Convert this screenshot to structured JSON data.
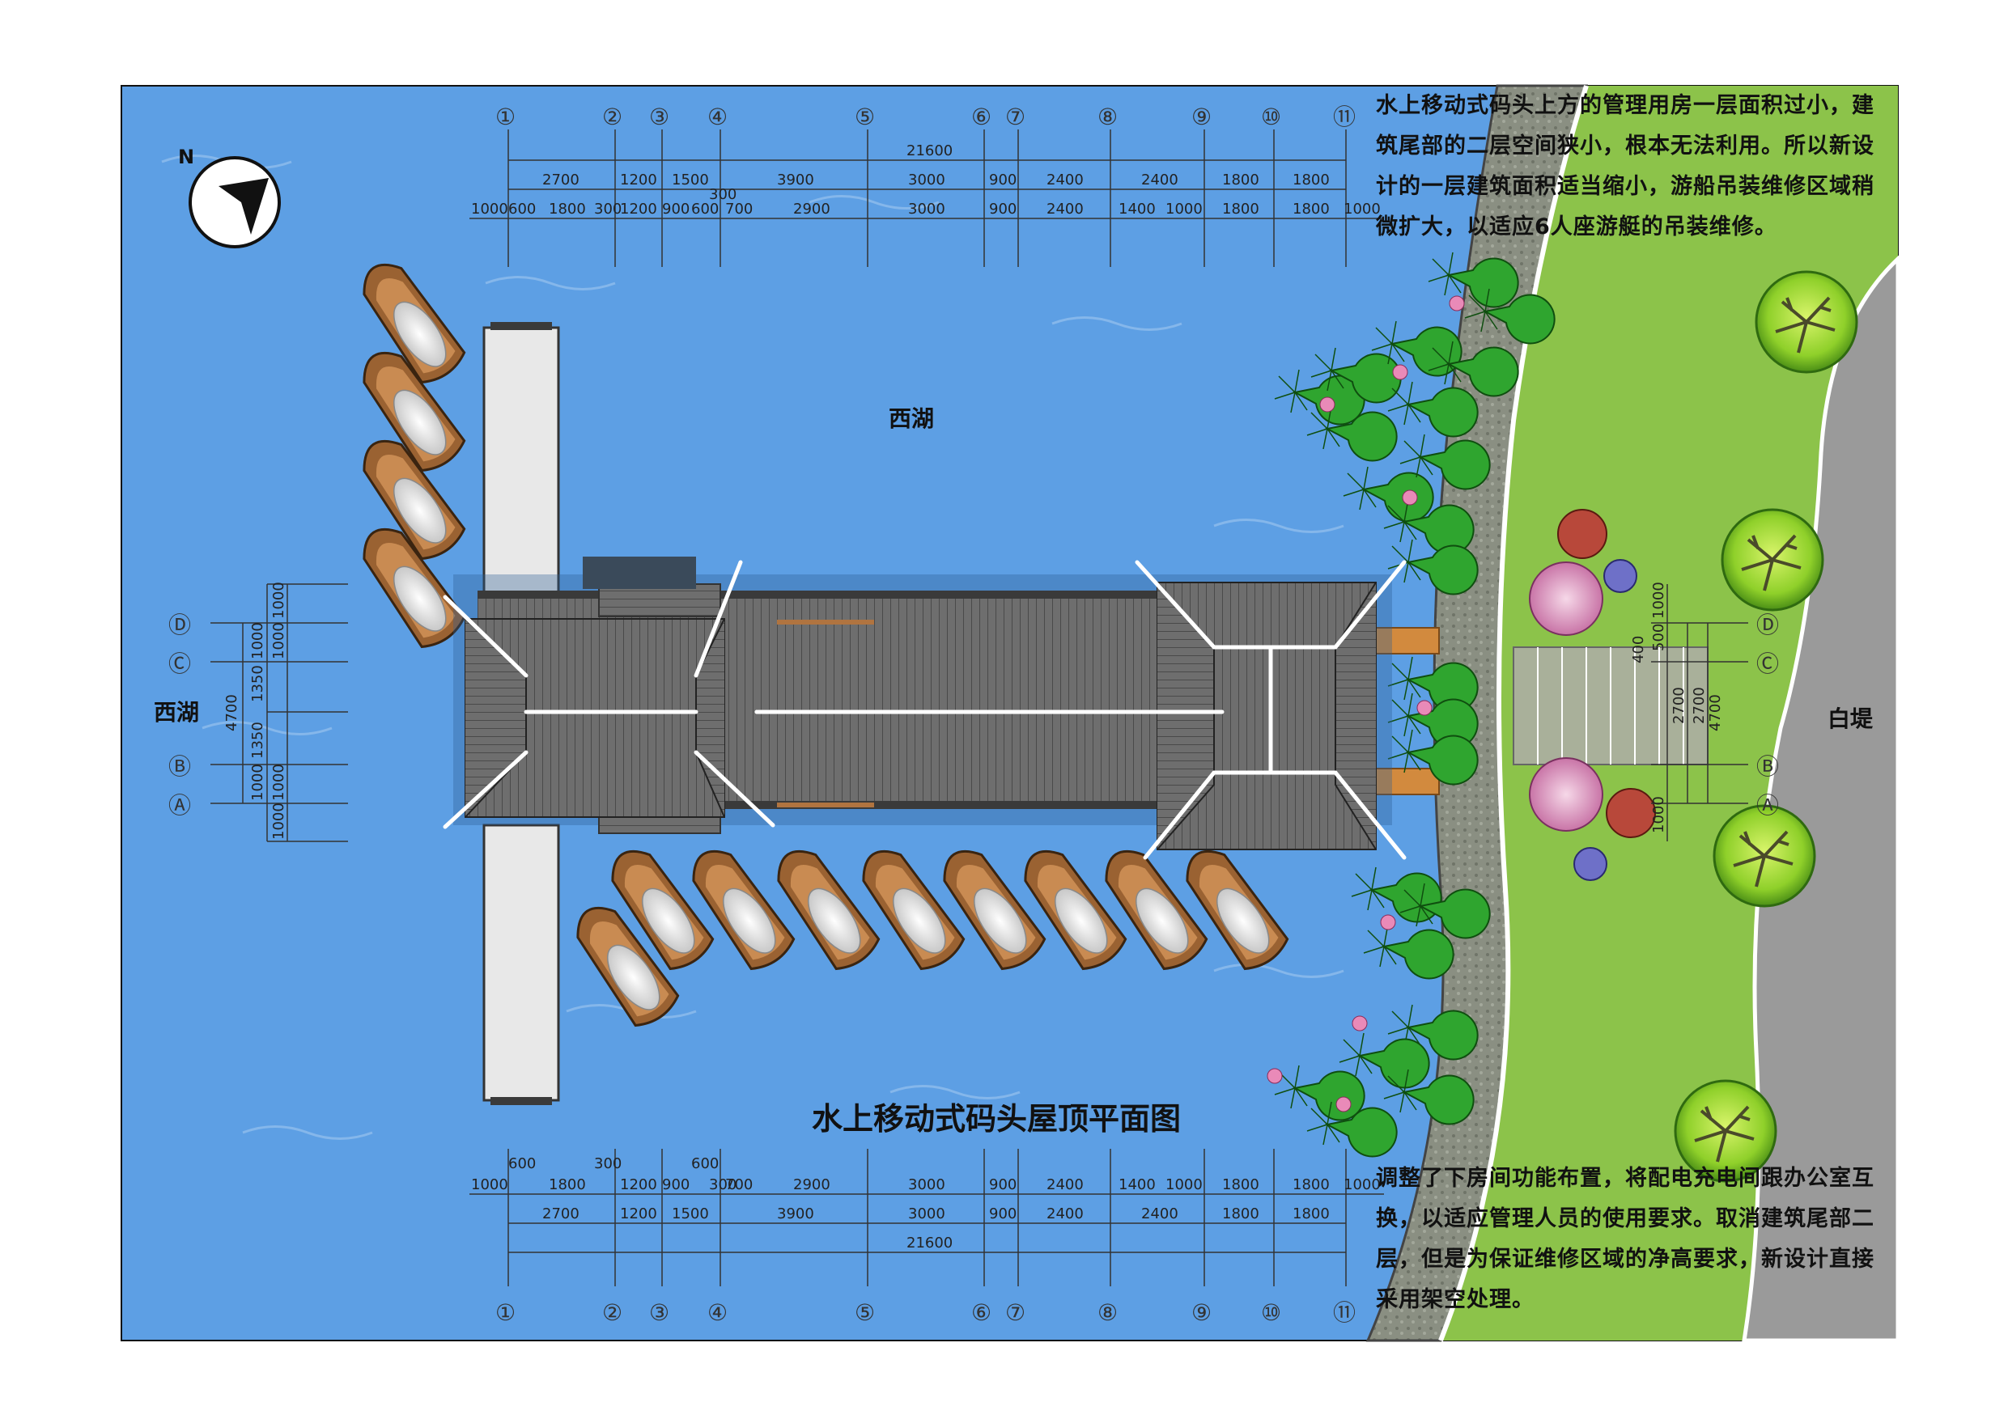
{
  "drawing": {
    "title": "水上移动式码头屋顶平面图",
    "labels": {
      "lake_top": "西湖",
      "lake_left": "西湖",
      "causeway": "白堤",
      "north": "N"
    },
    "notes": {
      "top": "水上移动式码头上方的管理用房一层面积过小，建筑尾部的二层空间狭小，根本无法利用。所以新设计的一层建筑面积适当缩小，游船吊装维修区域稍微扩大，以适应6人座游艇的吊装维修。",
      "bottom": "调整了下房间功能布置，将配电充电间跟办公室互换，以适应管理人员的使用要求。取消建筑尾部二层，但是为保证维修区域的净高要求，新设计直接采用架空处理。"
    },
    "axes_numbered": [
      "①",
      "②",
      "③",
      "④",
      "⑤",
      "⑥",
      "⑦",
      "⑧",
      "⑨",
      "⑩",
      "⑪"
    ],
    "axes_lettered_left": [
      "Ⓓ",
      "Ⓒ",
      "Ⓑ",
      "Ⓐ"
    ],
    "axes_lettered_right": [
      "Ⓓ",
      "Ⓒ",
      "Ⓑ",
      "Ⓐ"
    ],
    "dims": {
      "total": "21600",
      "row2": [
        "2700",
        "1200",
        "1500",
        "3900",
        "3000",
        "900",
        "2400",
        "2400",
        "1800",
        "1800"
      ],
      "row3": [
        "1000",
        "600",
        "1800",
        "300",
        "1200",
        "900",
        "600",
        "300",
        "700",
        "2900",
        "3000",
        "900",
        "2400",
        "1400",
        "1000",
        "1800",
        "1800",
        "1000"
      ],
      "left_total": "4700",
      "left_parts": [
        "1000",
        "1350",
        "1350",
        "1000"
      ],
      "left_outer": [
        "1000",
        "1000",
        "1000",
        "1000"
      ],
      "right_total": "4700",
      "right_parts": [
        "2700",
        "2700"
      ],
      "right_small": [
        "1000",
        "500",
        "400",
        "1000"
      ]
    },
    "colors": {
      "water": "#5b9ee6",
      "roof": "#6b6b6b",
      "lawn": "#8cc34a",
      "road": "#9a9a9a",
      "pier": "#e8e8e8",
      "wood": "#b07440",
      "lily": "#2fa52f"
    }
  }
}
